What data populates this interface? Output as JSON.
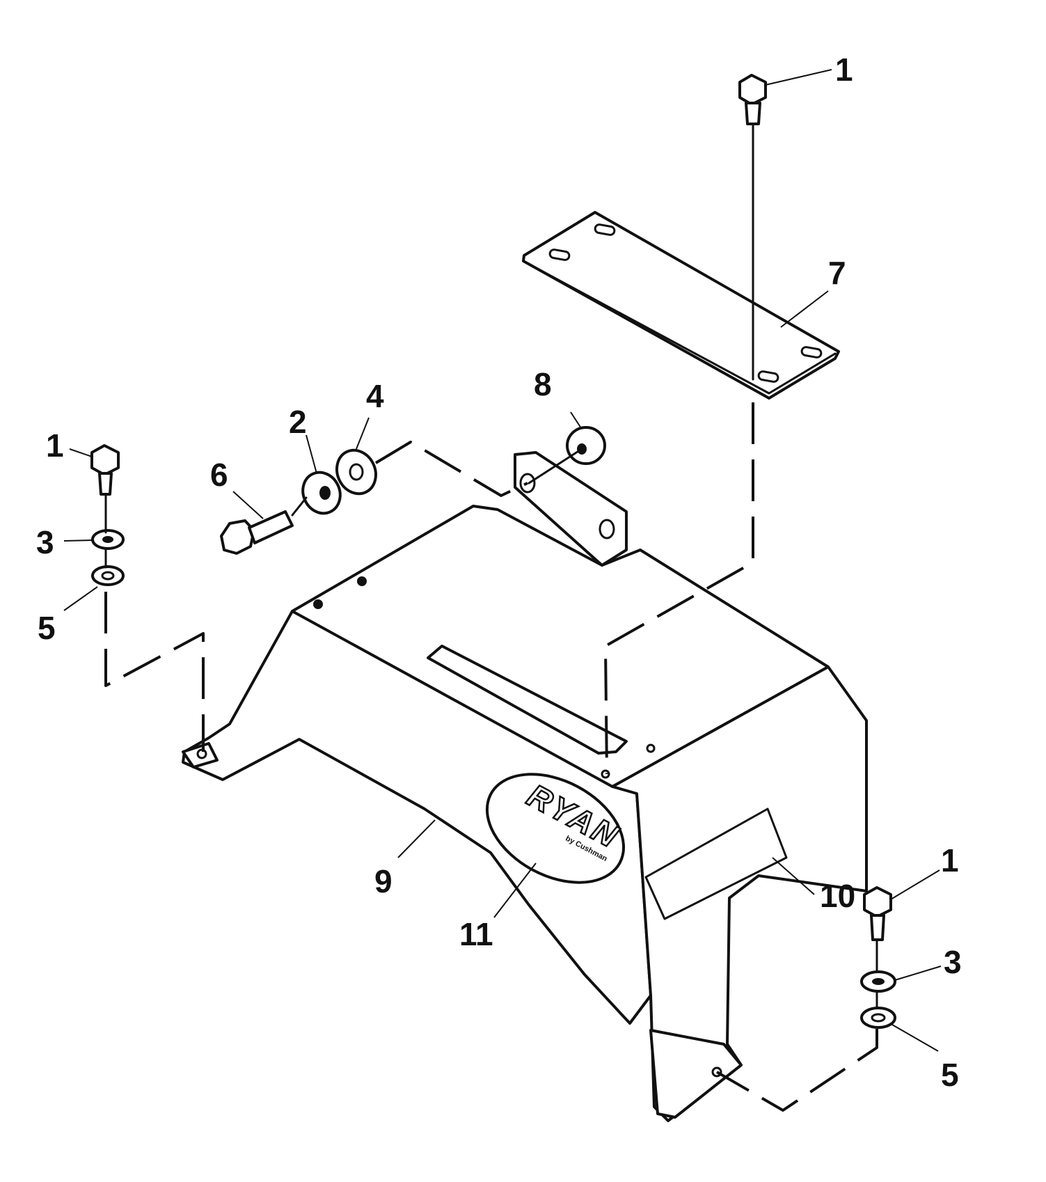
{
  "callouts": {
    "c1_top": "1",
    "c1_left": "1",
    "c1_right": "1",
    "c2": "2",
    "c3_left": "3",
    "c3_right": "3",
    "c4": "4",
    "c5_left": "5",
    "c5_right": "5",
    "c6": "6",
    "c7": "7",
    "c8": "8",
    "c9": "9",
    "c10": "10",
    "c11": "11"
  },
  "logo": {
    "brand": "RYAN",
    "sub": "by Cushman"
  },
  "colors": {
    "ink": "#111111",
    "paper": "#ffffff"
  }
}
